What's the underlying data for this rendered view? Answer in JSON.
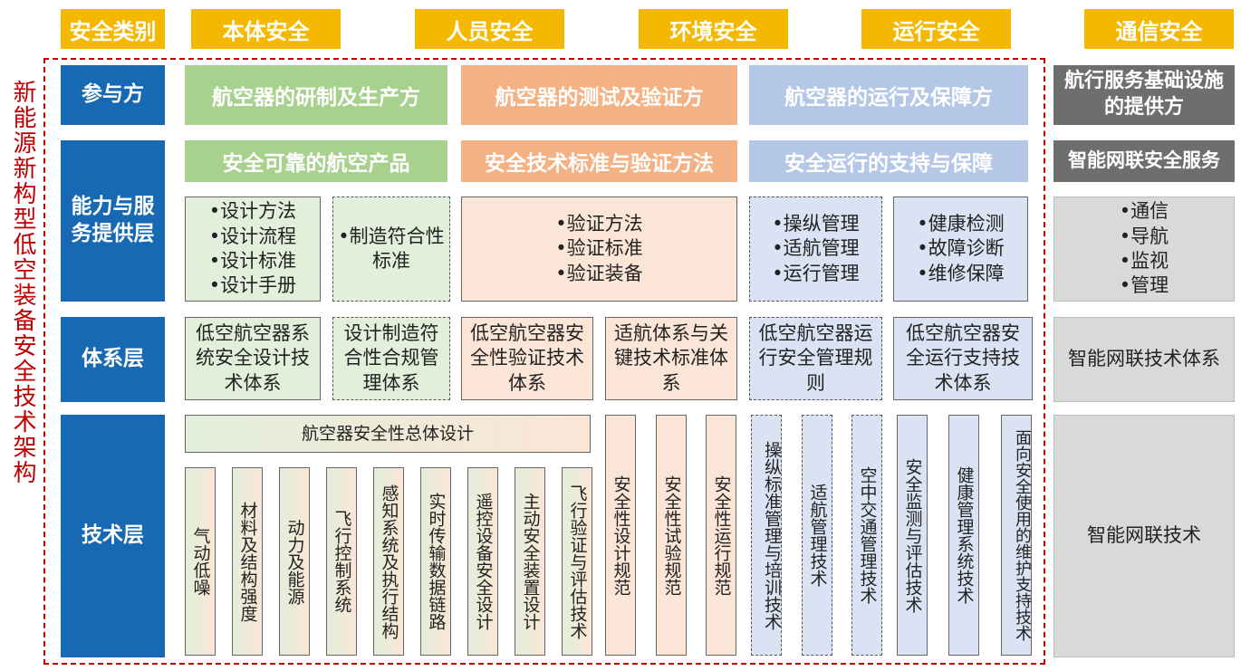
{
  "side_title": "新能源新构型低空装备安全技术架构",
  "headers": {
    "category": "安全类别",
    "body": "本体安全",
    "personnel": "人员安全",
    "environment": "环境安全",
    "operation": "运行安全",
    "communication": "通信安全"
  },
  "layers": {
    "participants": "参与方",
    "capability": "能力与服务提供层",
    "system": "体系层",
    "technology": "技术层"
  },
  "participants": {
    "manufacture": "航空器的研制及生产方",
    "testing": "航空器的测试及验证方",
    "operation": "航空器的运行及保障方",
    "infrastructure": "航行服务基础设施的提供方"
  },
  "capability": {
    "products_title": "安全可靠的航空产品",
    "standards_title": "安全技术标准与验证方法",
    "support_title": "安全运行的支持与保障",
    "network_title": "智能网联安全服务",
    "design_list": "•设计方法\n•设计流程\n•设计标准\n•设计手册",
    "conformity": "•制造符合性标准",
    "verify_list": "•验证方法\n•验证标准\n•验证装备",
    "manage_list": "•操纵管理\n•适航管理\n•运行管理",
    "health_list": "•健康检测\n•故障诊断\n•维修保障",
    "comm_list": "•通信\n•导航\n•监视\n•管理"
  },
  "system": {
    "design_sys": "低空航空器系统安全设计技术体系",
    "compliance_sys": "设计制造符合性合规管理体系",
    "verify_sys": "低空航空器安全性验证技术体系",
    "airworthy_sys": "适航体系与关键技术标准体系",
    "op_rules": "低空航空器运行安全管理规则",
    "op_support": "低空航空器安全运行支持技术体系",
    "network_sys": "智能网联技术体系"
  },
  "technology": {
    "overall": "航空器安全性总体设计",
    "items": [
      "气动低噪",
      "材料及结构强度",
      "动力及能源",
      "飞行控制系统",
      "感知系统及执行结构",
      "实时传输数据链路",
      "遥控设备安全设计",
      "主动安全装置设计",
      "飞行验证与评估技术"
    ],
    "specs": [
      "安全性设计规范",
      "安全性试验规范",
      "安全性运行规范"
    ],
    "ops": [
      "操纵标准管理与培训技术",
      "适航管理技术",
      "空中交通管理技术",
      "安全监测与评估技术",
      "健康管理系统技术",
      "面向安全使用的维护支持技术"
    ],
    "network": "智能网联技术"
  },
  "colors": {
    "header": "#f5b800",
    "layer": "#1769b4",
    "frame": "#c00000",
    "green": "#a9d18e",
    "orange": "#f4b183",
    "lavender": "#b4c7e7",
    "gray": "#6e6e6e"
  }
}
